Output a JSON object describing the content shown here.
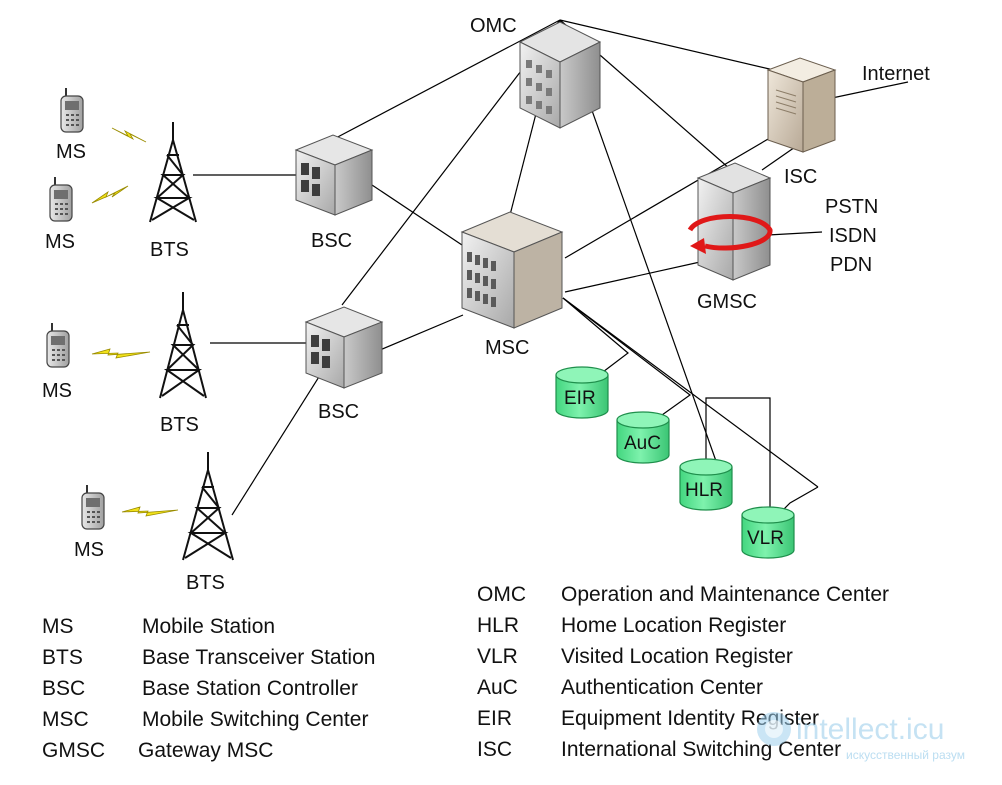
{
  "labels": {
    "omc": "OMC",
    "isc": "ISC",
    "internet": "Internet",
    "pstn": "PSTN",
    "isdn": "ISDN",
    "pdn": "PDN",
    "gmsc": "GMSC",
    "msc": "MSC",
    "bsc1": "BSC",
    "bsc2": "BSC",
    "bts1": "BTS",
    "bts2": "BTS",
    "bts3": "BTS",
    "ms1": "MS",
    "ms2": "MS",
    "ms3": "MS",
    "ms4": "MS",
    "eir": "EIR",
    "auc": "AuC",
    "hlr": "HLR",
    "vlr": "VLR"
  },
  "legend_left": [
    {
      "abbr": "MS",
      "full": "Mobile Station"
    },
    {
      "abbr": "BTS",
      "full": "Base Transceiver Station"
    },
    {
      "abbr": "BSC",
      "full": "Base Station Controller"
    },
    {
      "abbr": "MSC",
      "full": "Mobile Switching Center"
    },
    {
      "abbr": "GMSC",
      "full": "Gateway MSC"
    }
  ],
  "legend_right": [
    {
      "abbr": "OMC",
      "full": "Operation and Maintenance Center"
    },
    {
      "abbr": "HLR",
      "full": "Home Location Register"
    },
    {
      "abbr": "VLR",
      "full": "Visited Location Register"
    },
    {
      "abbr": "AuC",
      "full": "Authentication Center"
    },
    {
      "abbr": "EIR",
      "full": "Equipment Identity Register"
    },
    {
      "abbr": "ISC",
      "full": "International Switching Center"
    }
  ],
  "watermark": {
    "logo_text": "intellect.icu",
    "tagline": "искусственный разум"
  },
  "colors": {
    "database_fill": "#4fe38c",
    "database_stroke": "#1f8f4c",
    "lightning": "#f2e21a",
    "gmsc_arrow": "#e01818",
    "lines": "#000000"
  }
}
